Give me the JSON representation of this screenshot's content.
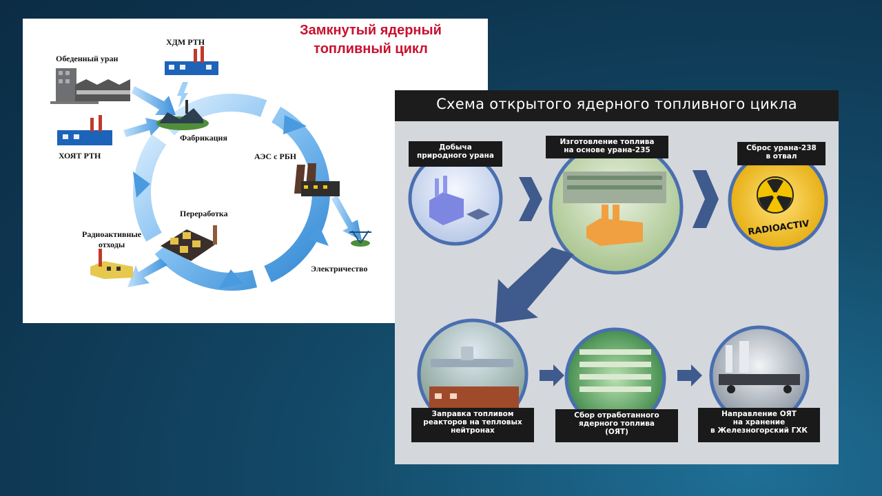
{
  "closed_cycle": {
    "title_line1": "Замкнутый ядерный",
    "title_line2": "топливный цикл",
    "labels": {
      "enriched_uranium": "Обеденный уран",
      "hdm_rtn": "ХДМ РТН",
      "hoyat_rtn": "ХОЯТ РТН",
      "fabrication": "Фабрикация",
      "npp": "АЭС с РБН",
      "reprocessing": "Переработка",
      "waste_line1": "Радиоактивные",
      "waste_line2": "отходы",
      "electricity": "Электричество"
    },
    "colors": {
      "title": "#c8102e",
      "ring": "#5aa8e6"
    }
  },
  "open_cycle": {
    "title": "Схема открытого ядерного топливного цикла",
    "steps": [
      {
        "line1": "Добыча",
        "line2": "природного урана",
        "line3": ""
      },
      {
        "line1": "Изготовление топлива",
        "line2": "на основе урана-235",
        "line3": ""
      },
      {
        "line1": "Сброс урана-238",
        "line2": "в отвал",
        "line3": ""
      },
      {
        "line1": "Заправка топливом",
        "line2": "реакторов на тепловых",
        "line3": "нейтронах"
      },
      {
        "line1": "Сбор отработанного",
        "line2": "ядерного топлива",
        "line3": "(ОЯТ)"
      },
      {
        "line1": "Направление ОЯТ",
        "line2": "на хранение",
        "line3": "в Железногорский ГХК"
      }
    ],
    "radioactive_text": "RADIOACTIV",
    "colors": {
      "arrow": "#3f5a8c",
      "circle_border": "#4a6fb0"
    }
  }
}
